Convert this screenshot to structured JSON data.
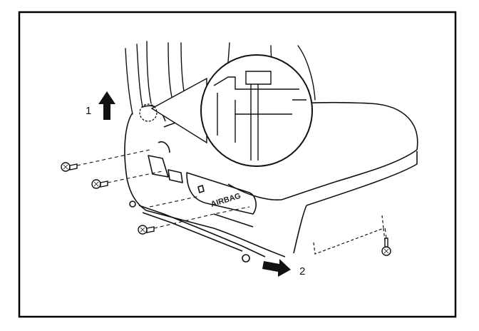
{
  "callouts": {
    "step_1": "1",
    "step_2": "2"
  },
  "seat_marking": "AIRBAG",
  "colors": {
    "line": "#111111",
    "fill": "#ffffff",
    "border": "#000000"
  }
}
